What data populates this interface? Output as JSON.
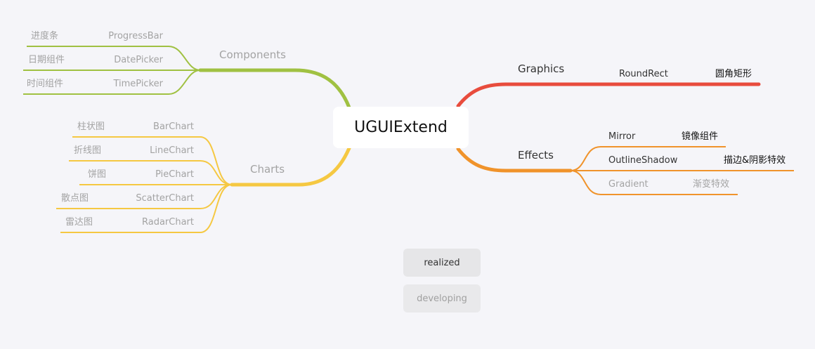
{
  "center": {
    "title": "UGUIExtend"
  },
  "colors": {
    "components": "#a0c142",
    "charts": "#f5c842",
    "graphics": "#e84c3d",
    "effects": "#f0932b",
    "realized_text": "#333333",
    "developing_text": "#a3a3a3"
  },
  "left": {
    "components": {
      "label": "Components",
      "items": [
        {
          "en": "ProgressBar",
          "zh": "进度条"
        },
        {
          "en": "DatePicker",
          "zh": "日期组件"
        },
        {
          "en": "TimePicker",
          "zh": "时间组件"
        }
      ]
    },
    "charts": {
      "label": "Charts",
      "items": [
        {
          "en": "BarChart",
          "zh": "柱状图"
        },
        {
          "en": "LineChart",
          "zh": "折线图"
        },
        {
          "en": "PieChart",
          "zh": "饼图"
        },
        {
          "en": "ScatterChart",
          "zh": "散点图"
        },
        {
          "en": "RadarChart",
          "zh": "雷达图"
        }
      ]
    }
  },
  "right": {
    "graphics": {
      "label": "Graphics",
      "items": [
        {
          "en": "RoundRect",
          "zh": "圆角矩形",
          "status": "realized"
        }
      ]
    },
    "effects": {
      "label": "Effects",
      "items": [
        {
          "en": "Mirror",
          "zh": "镜像组件",
          "status": "realized"
        },
        {
          "en": "OutlineShadow",
          "zh": "描边&阴影特效",
          "status": "realized"
        },
        {
          "en": "Gradient",
          "zh": "渐变特效",
          "status": "developing"
        }
      ]
    }
  },
  "legend": {
    "realized": "realized",
    "developing": "developing"
  }
}
